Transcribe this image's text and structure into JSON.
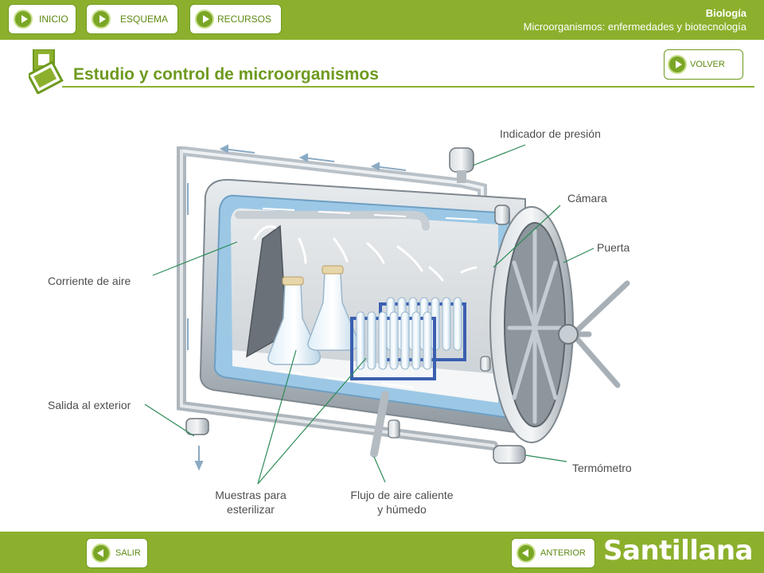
{
  "nav": {
    "inicio": "INICIO",
    "esquema": "ESQUEMA",
    "recursos": "RECURSOS",
    "volver": "VOLVER",
    "salir": "SALIR",
    "anterior": "ANTERIOR"
  },
  "header": {
    "subject": "Biología",
    "unit": "Microorganismos: enfermedades y biotecnología"
  },
  "page": {
    "title": "Estudio y control de microorganismos"
  },
  "diagram": {
    "labels": {
      "pressure_indicator": "Indicador de presión",
      "chamber": "Cámara",
      "door": "Puerta",
      "air_current": "Corriente de aire",
      "outlet": "Salida al exterior",
      "thermometer": "Termómetro",
      "samples_line1": "Muestras para",
      "samples_line2": "esterilizar",
      "hot_air_line1": "Flujo de aire caliente",
      "hot_air_line2": "y húmedo"
    }
  },
  "footer": {
    "brand": "Santillana"
  },
  "colors": {
    "accent": "#8cb02d",
    "accent_dark": "#6e9a1f",
    "chamber_blue": "#9cc8e6",
    "metal": "#b9c1c8"
  },
  "icons": {
    "nav_play": "play-icon",
    "nav_back": "back-icon",
    "slides": "slides-icon"
  }
}
